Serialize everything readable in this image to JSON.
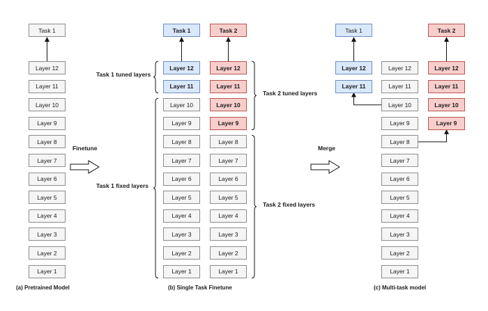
{
  "colors": {
    "frozen_fill": "#f5f5f5",
    "frozen_border": "#8c8c8c",
    "task1_fill": "#dae8fc",
    "task1_border": "#6c8ebf",
    "task2_fill": "#f8cecc",
    "task2_border": "#b85450"
  },
  "layers": [
    "Layer 12",
    "Layer 11",
    "Layer 10",
    "Layer 9",
    "Layer 8",
    "Layer 7",
    "Layer 6",
    "Layer 5",
    "Layer 4",
    "Layer 3",
    "Layer 2",
    "Layer 1"
  ],
  "panel_a": {
    "task": "Task 1",
    "caption": "(a) Pretrained Model"
  },
  "panel_b": {
    "task1": "Task 1",
    "task2": "Task 2",
    "task2_tuned_count": 4,
    "task1_tuned_count": 2,
    "task1_tuned_label": "Task 1 tuned layers",
    "task1_fixed_label": "Task 1 fixed layers",
    "task2_tuned_label": "Task 2 tuned layers",
    "task2_fixed_label": "Task 2 fixed layers",
    "caption": "(b) Single Task Finetune"
  },
  "panel_c": {
    "task1": "Task 1",
    "task2": "Task 2",
    "task1_layers": [
      "Layer 12",
      "Layer 11"
    ],
    "task2_layers": [
      "Layer 12",
      "Layer 11",
      "Layer 10",
      "Layer 9"
    ],
    "caption": "(c) Multi-task model"
  },
  "arrows": {
    "finetune": "Finetune",
    "merge": "Merge"
  }
}
